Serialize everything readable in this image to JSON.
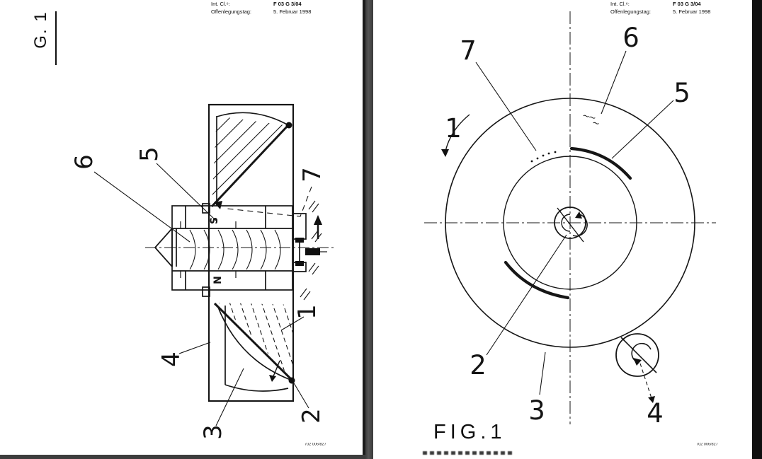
{
  "left_page": {
    "header": {
      "class_label": "Int. Cl.⁶:",
      "class_value": "F 03 G 3/04",
      "date_label": "Offenlegungstag:",
      "date_value": "5. Februar 1998"
    },
    "figure_label": "G. 1",
    "labels": {
      "n1": "1",
      "n2": "2",
      "n3": "3",
      "n4": "4",
      "n5": "5",
      "n6": "6",
      "n7": "7"
    },
    "magnet": {
      "south": "S",
      "north": "N"
    },
    "doc_number": "702 006/827"
  },
  "right_page": {
    "header": {
      "class_label": "Int. Cl.⁶:",
      "class_value": "F 03 G 3/04",
      "date_label": "Offenlegungstag:",
      "date_value": "5. Februar 1998"
    },
    "figure_label": "FIG.1",
    "labels": {
      "n1": "1",
      "n2": "2",
      "n3": "3",
      "n4": "4",
      "n5": "5",
      "n6": "6",
      "n7": "7"
    },
    "squiggle_marks": [
      "∼∼",
      "∼"
    ],
    "doc_number": "702 006/827"
  }
}
